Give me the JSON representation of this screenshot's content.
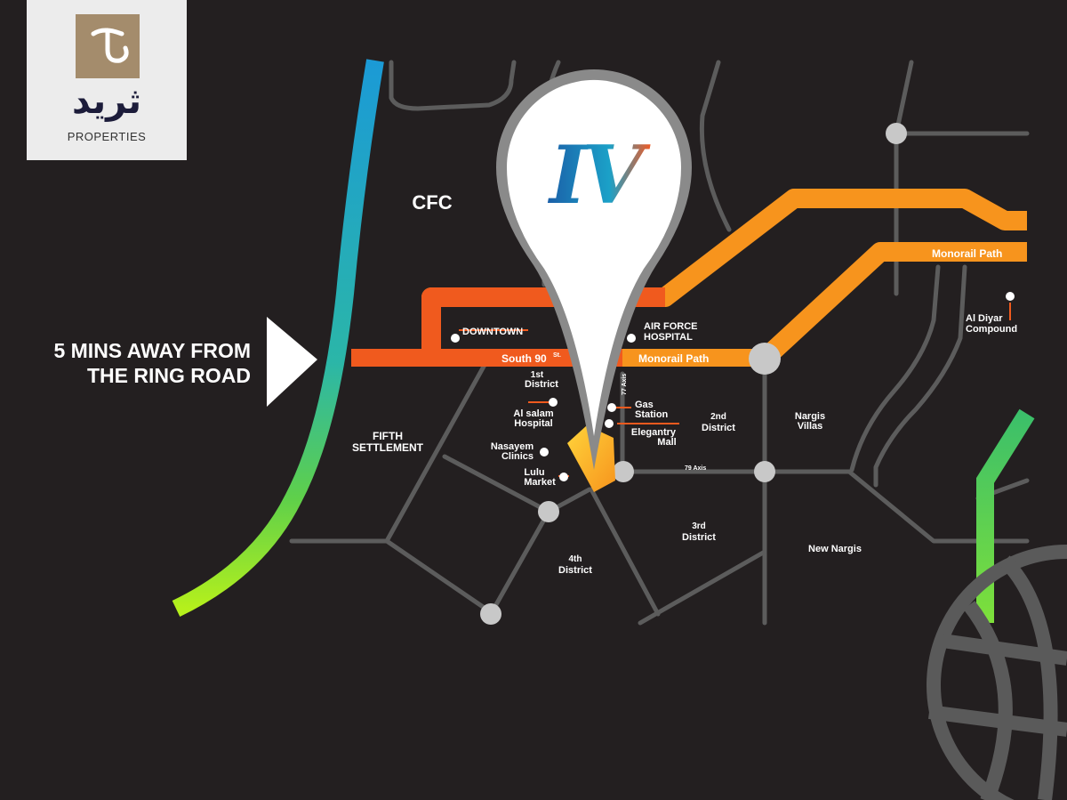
{
  "brand": {
    "arabic_name": "ثريد",
    "subtitle": "PROPERTIES"
  },
  "headline": {
    "line1": "5 MINS AWAY FROM",
    "line2": "THE RING ROAD"
  },
  "project_logo": "IV",
  "districts": {
    "cfc": "CFC",
    "fifth_settlement": [
      "FIFTH",
      "SETTLEMENT"
    ],
    "first_district": [
      "1st",
      "District"
    ],
    "second_district": [
      "2nd",
      "District"
    ],
    "third_district": [
      "3rd",
      "District"
    ],
    "fourth_district": [
      "4th",
      "District"
    ],
    "nargis_villas": [
      "Nargis",
      "Villas"
    ],
    "new_nargis": "New Nargis"
  },
  "places": {
    "downtown": "DOWNTOWN",
    "air_force_hospital": [
      "AIR FORCE",
      "HOSPITAL"
    ],
    "al_salam_hospital": [
      "Al salam",
      "Hospital"
    ],
    "gas_station": [
      "Gas",
      "Station"
    ],
    "elegantry_mall": [
      "Elegantry",
      "Mall"
    ],
    "nasayem_clinics": [
      "Nasayem",
      "Clinics"
    ],
    "lulu_market": [
      "Lulu",
      "Market"
    ],
    "al_diyar_compound": [
      "Al Diyar",
      "Compound"
    ]
  },
  "roads": {
    "south_90": "South 90",
    "south_90_suffix": "St.",
    "monorail_path": "Monorail Path",
    "monorail_path_upper": "Monorail Path",
    "axis_77": "77 Axis",
    "axis_79": "79 Axis"
  },
  "colors": {
    "background": "#231f20",
    "road_gray": "#5c5c5c",
    "orange_road": "#f05a1e",
    "monorail_orange": "#f7941d",
    "pin_gray": "#8a8a8a",
    "logo_blue": "#1b75bc",
    "logo_orange": "#f15a24",
    "brand_tan": "#a48c6c"
  },
  "icons": [
    "right-arrow-icon",
    "location-pin-icon",
    "globe-icon"
  ]
}
